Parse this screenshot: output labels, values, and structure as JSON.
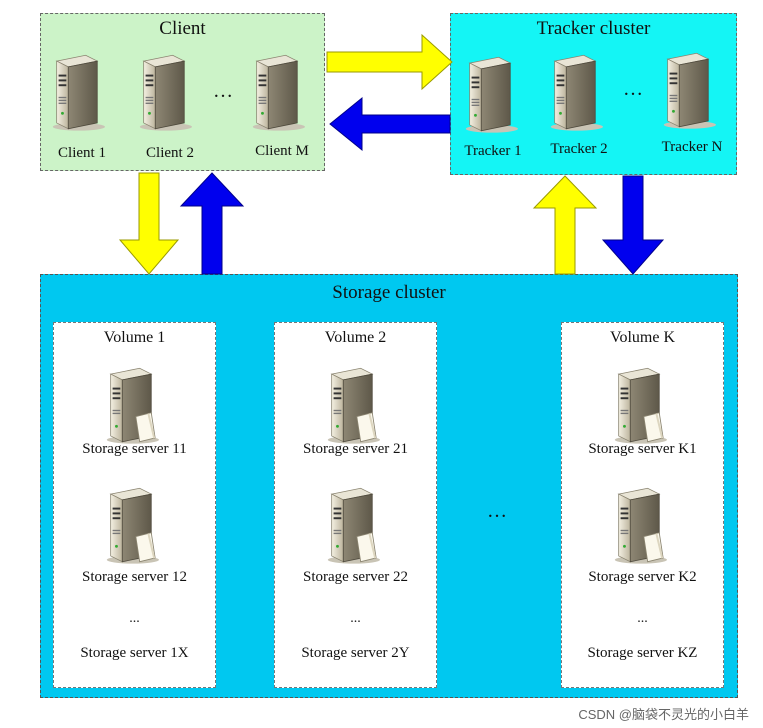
{
  "client": {
    "title": "Client",
    "nodes": [
      "Client 1",
      "Client 2",
      "Client M"
    ],
    "ellipsis": "…"
  },
  "tracker": {
    "title": "Tracker cluster",
    "nodes": [
      "Tracker 1",
      "Tracker 2",
      "Tracker N"
    ],
    "ellipsis": "…"
  },
  "storage": {
    "title": "Storage cluster",
    "ellipsis": "…",
    "volumes": [
      {
        "title": "Volume 1",
        "servers": [
          "Storage server 11",
          "Storage server 12"
        ],
        "more": "...",
        "last": "Storage server 1X"
      },
      {
        "title": "Volume 2",
        "servers": [
          "Storage server 21",
          "Storage server 22"
        ],
        "more": "...",
        "last": "Storage server 2Y"
      },
      {
        "title": "Volume K",
        "servers": [
          "Storage server K1",
          "Storage server K2"
        ],
        "more": "...",
        "last": "Storage server KZ"
      }
    ]
  },
  "arrows": {
    "yellow": "#ffff00",
    "blue": "#0000ee"
  },
  "icons": [
    "server-icon"
  ],
  "watermark": "CSDN @脑袋不灵光的小白羊"
}
